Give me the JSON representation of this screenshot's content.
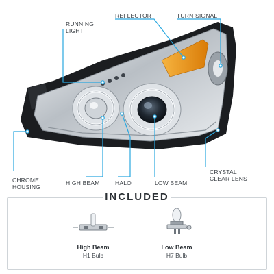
{
  "labels": {
    "running_light": "RUNNING\nLIGHT",
    "reflector": "REFLECTOR",
    "turn_signal": "TURN SIGNAL",
    "chrome_housing": "CHROME\nHOUSING",
    "high_beam": "HIGH BEAM",
    "halo": "HALO",
    "low_beam": "LOW BEAM",
    "crystal_clear_lens": "CRYSTAL\nCLEAR LENS"
  },
  "included": {
    "title": "INCLUDED",
    "items": [
      {
        "name": "High Beam",
        "bulb": "H1 Bulb"
      },
      {
        "name": "Low Beam",
        "bulb": "H7 Bulb"
      }
    ]
  },
  "colors": {
    "callout": "#2aa8e0",
    "amber": "#e8900f",
    "housing_dark": "#1b1d20",
    "chrome": "#c9ced3"
  }
}
